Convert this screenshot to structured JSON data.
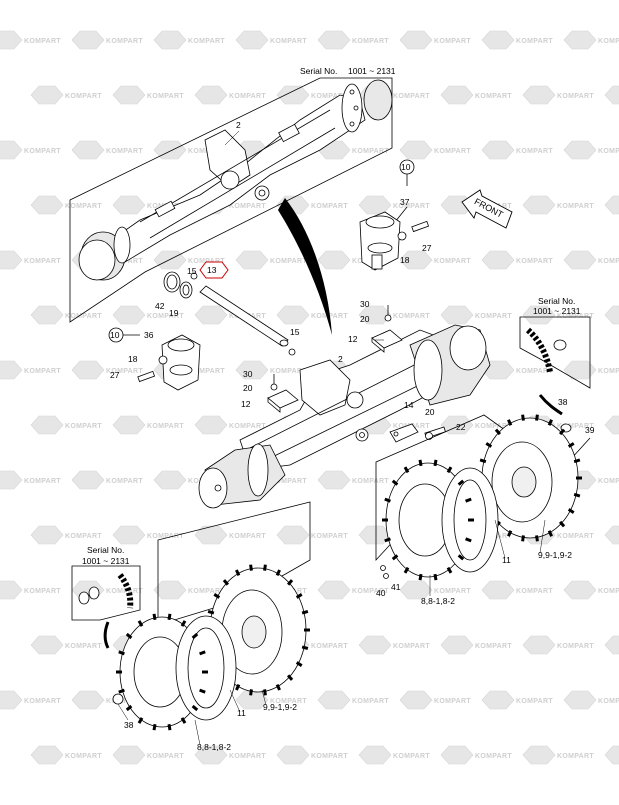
{
  "watermark": "KOMPART",
  "serial_boxes": [
    {
      "title": "Serial No.",
      "range": "1001 ~ 2131"
    },
    {
      "title": "Serial No.",
      "range": "1001 ~ 2131"
    },
    {
      "title": "Serial No.",
      "range": "1001 ~ 2131"
    }
  ],
  "front_label": "FRONT",
  "labels": {
    "p2a": "2",
    "p2b": "2",
    "p10a": "10",
    "p10b": "10",
    "p37": "37",
    "p27a": "27",
    "p27b": "27",
    "p18a": "18",
    "p18b": "18",
    "p36": "36",
    "p42": "42",
    "p19": "19",
    "p15a": "15",
    "p15b": "15",
    "p13": "13",
    "p30a": "30",
    "p30b": "30",
    "p20a": "20",
    "p20b": "20",
    "p20c": "20",
    "p12a": "12",
    "p12b": "12",
    "p14": "14",
    "p22": "22",
    "p38a": "38",
    "p38b": "38",
    "p39": "39",
    "p11a": "11",
    "p11b": "11",
    "p40": "40",
    "p41": "41",
    "t99a": "9,9-1,9-2",
    "t99b": "9,9-1,9-2",
    "t88a": "8,8-1,8-2",
    "t88b": "8,8-1,8-2"
  }
}
